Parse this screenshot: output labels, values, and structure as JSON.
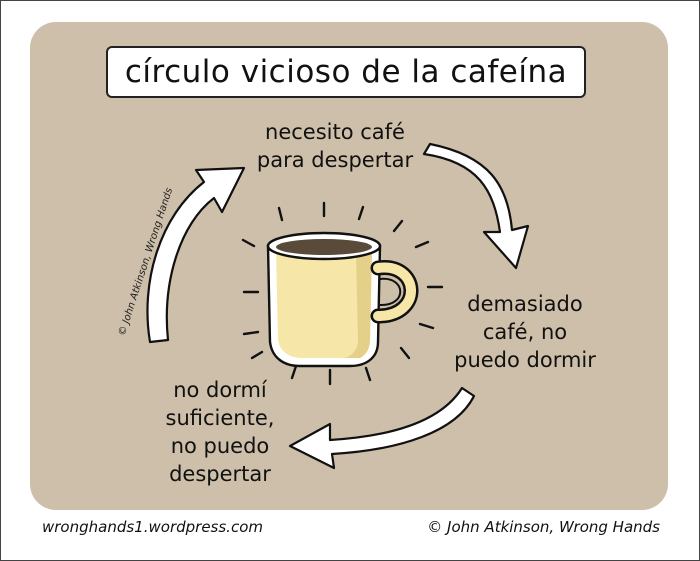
{
  "title": "círculo vicioso de la cafeína",
  "labels": {
    "top": "necesito café\npara despertar",
    "right": "demasiado\ncafé, no\npuedo dormir",
    "left": "no dormí\nsuficiente,\nno puedo\ndespertar"
  },
  "credit_vertical": "© John Atkinson, Wrong Hands",
  "footer": {
    "site": "wronghands1.wordpress.com",
    "credit": "© John Atkinson, Wrong Hands"
  },
  "colors": {
    "panel": "#cdbfa9",
    "mug": "#f6e7a9",
    "mug_shadow": "#e5d08a",
    "coffee": "#5a4a3a",
    "ink": "#111111"
  },
  "icons": [
    "coffee-mug-icon",
    "arrow-icon"
  ]
}
